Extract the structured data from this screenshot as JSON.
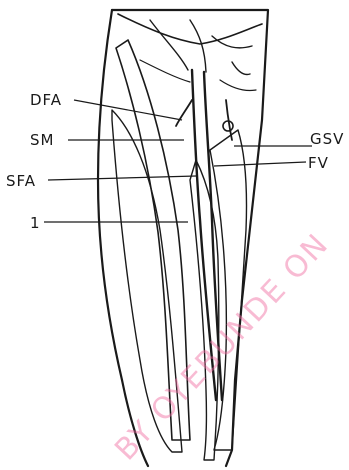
{
  "figure": {
    "labels": {
      "dfa": "DFA",
      "sm": "SM",
      "sfa": "SFA",
      "one": "1",
      "gsv": "GSV",
      "fv": "FV"
    },
    "watermark": "BY OYEBUNDE ON",
    "colors": {
      "ink": "#1a1a1a",
      "paper": "#ffffff",
      "watermark": "#f06aa0"
    }
  }
}
